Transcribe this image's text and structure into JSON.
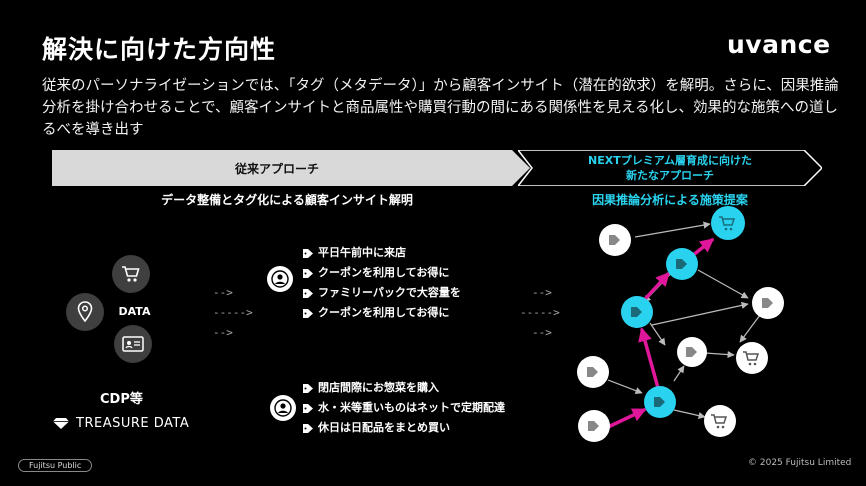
{
  "header": {
    "title": "解決に向けた方向性",
    "logo": "uvance",
    "description": "従来のパーソナライゼーションでは、「タグ（メタデータ）」から顧客インサイト（潜在的欲求）を解明。さらに、因果推論分析を掛け合わせることで、顧客インサイトと商品属性や購買行動の間にある関係性を見える化し、効果的な施策への道しるべを導き出す"
  },
  "banners": {
    "left": "従来アプローチ",
    "right_line1": "NEXTプレミアム層育成に向けた",
    "right_line2": "新たなアプローチ"
  },
  "subtitles": {
    "left": "データ整備とタグ化による顧客インサイト解明",
    "right": "因果推論分析による施策提案"
  },
  "data_sources": {
    "label": "DATA",
    "cdp": "CDP等",
    "treasure": "TREASURE DATA"
  },
  "customer1": {
    "tags": [
      "平日午前中に来店",
      "クーポンを利用してお得に",
      "ファミリーパックで大容量を",
      "クーポンを利用してお得に"
    ]
  },
  "customer2": {
    "tags": [
      "閉店間際にお惣菜を購入",
      "水・米等重いものはネットで定期配達",
      "休日は日配品をまとめ買い"
    ]
  },
  "footer": {
    "badge": "Fujitsu Public",
    "copyright": "© 2025 Fujitsu Limited"
  },
  "colors": {
    "accent_cyan": "#29d3ef",
    "accent_magenta": "#e0179a",
    "banner_gray": "#d9d9d9"
  }
}
